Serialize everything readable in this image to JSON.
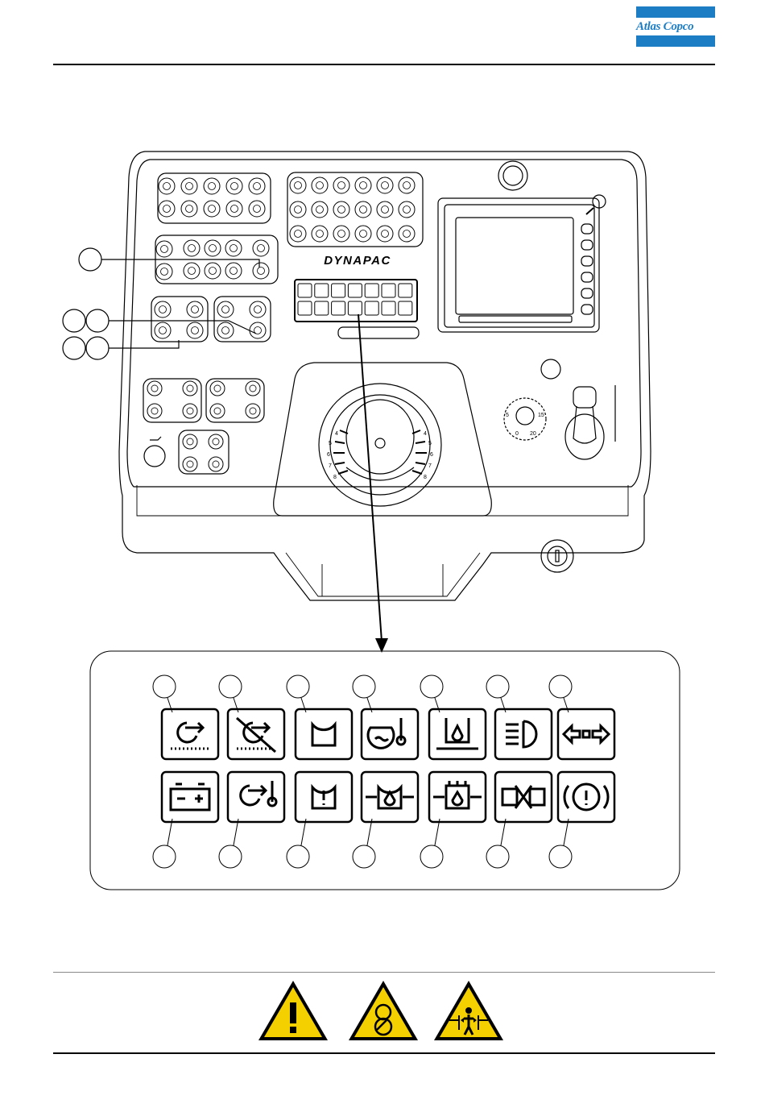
{
  "brand": {
    "name": "Atlas Copco",
    "color": "#1d7dc4"
  },
  "console": {
    "logo_text": "DYNAPAC",
    "dial_labels": [
      "5",
      "15",
      "0",
      "20"
    ],
    "speed_scale_left": [
      "4",
      "5",
      "6",
      "7",
      "8"
    ],
    "speed_scale_right": [
      "4",
      "5",
      "6",
      "7",
      "8"
    ]
  },
  "detail_panel": {
    "top_row_icons": [
      "engine-start-fuel-icon",
      "engine-start-blocked-icon",
      "engine-icon",
      "coolant-temperature-icon",
      "hydraulic-oil-level-icon",
      "headlight-icon",
      "direction-indicator-icon"
    ],
    "bottom_row_icons": [
      "battery-charge-icon",
      "engine-temperature-icon",
      "engine-warning-icon",
      "engine-oil-pressure-icon",
      "hydraulic-filter-icon",
      "air-filter-icon",
      "brake-warning-icon"
    ]
  },
  "warning_signs": [
    "general-warning-icon",
    "rotating-parts-hazard-icon",
    "crushing-hazard-icon"
  ],
  "colors": {
    "warning_yellow": "#f4d000",
    "line": "#000000"
  }
}
